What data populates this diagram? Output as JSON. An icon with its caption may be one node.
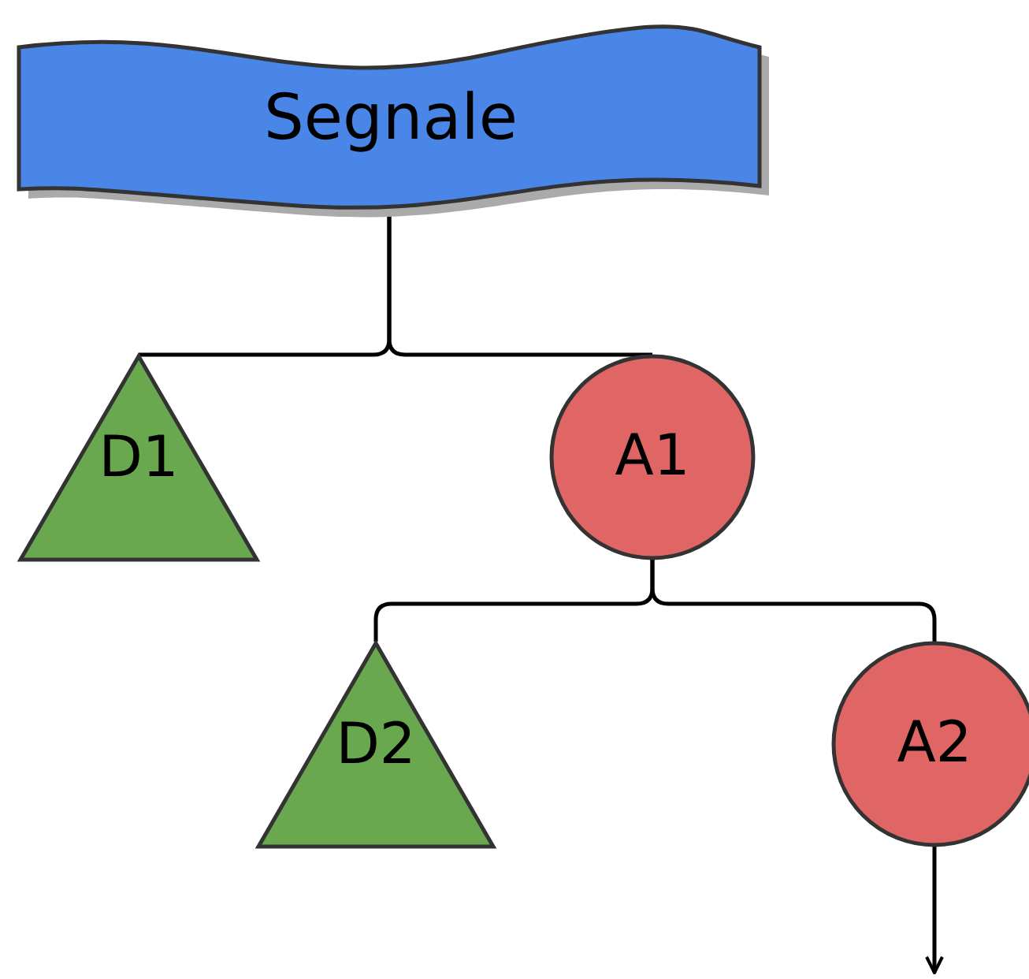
{
  "diagram": {
    "nodes": [
      {
        "text": [
          "Segnale"
        ]
      },
      {
        "text": [
          "D1"
        ]
      },
      {
        "text": [
          "A1"
        ]
      },
      {
        "text": [
          "D2"
        ]
      },
      {
        "text": [
          "A2"
        ]
      }
    ],
    "edges": [
      {
        "from": 0,
        "to": 1,
        "arrow": "none"
      },
      {
        "from": 0,
        "to": 2,
        "arrow": "none"
      },
      {
        "from": 2,
        "to": 3,
        "arrow": "none"
      },
      {
        "from": 2,
        "to": 4,
        "arrow": "none"
      },
      {
        "from": 4,
        "to": null,
        "arrow": "to"
      }
    ]
  }
}
